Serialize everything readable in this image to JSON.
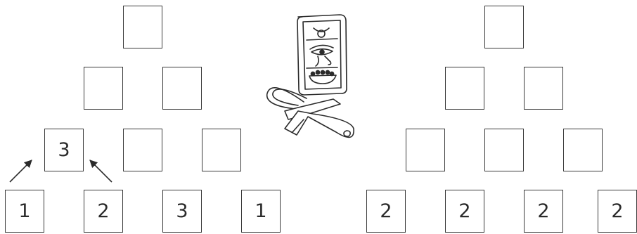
{
  "left_pyramid": {
    "rows": [
      [
        ""
      ],
      [
        "",
        ""
      ],
      [
        "3",
        "",
        ""
      ],
      [
        "1",
        "2",
        "3",
        "1"
      ]
    ]
  },
  "right_pyramid": {
    "rows": [
      [
        ""
      ],
      [
        "",
        ""
      ],
      [
        "",
        "",
        ""
      ],
      [
        "2",
        "2",
        "2",
        "2"
      ]
    ]
  },
  "icons": {
    "center": "ankh-cartouche-icon",
    "arrows": "arrow-icon"
  }
}
